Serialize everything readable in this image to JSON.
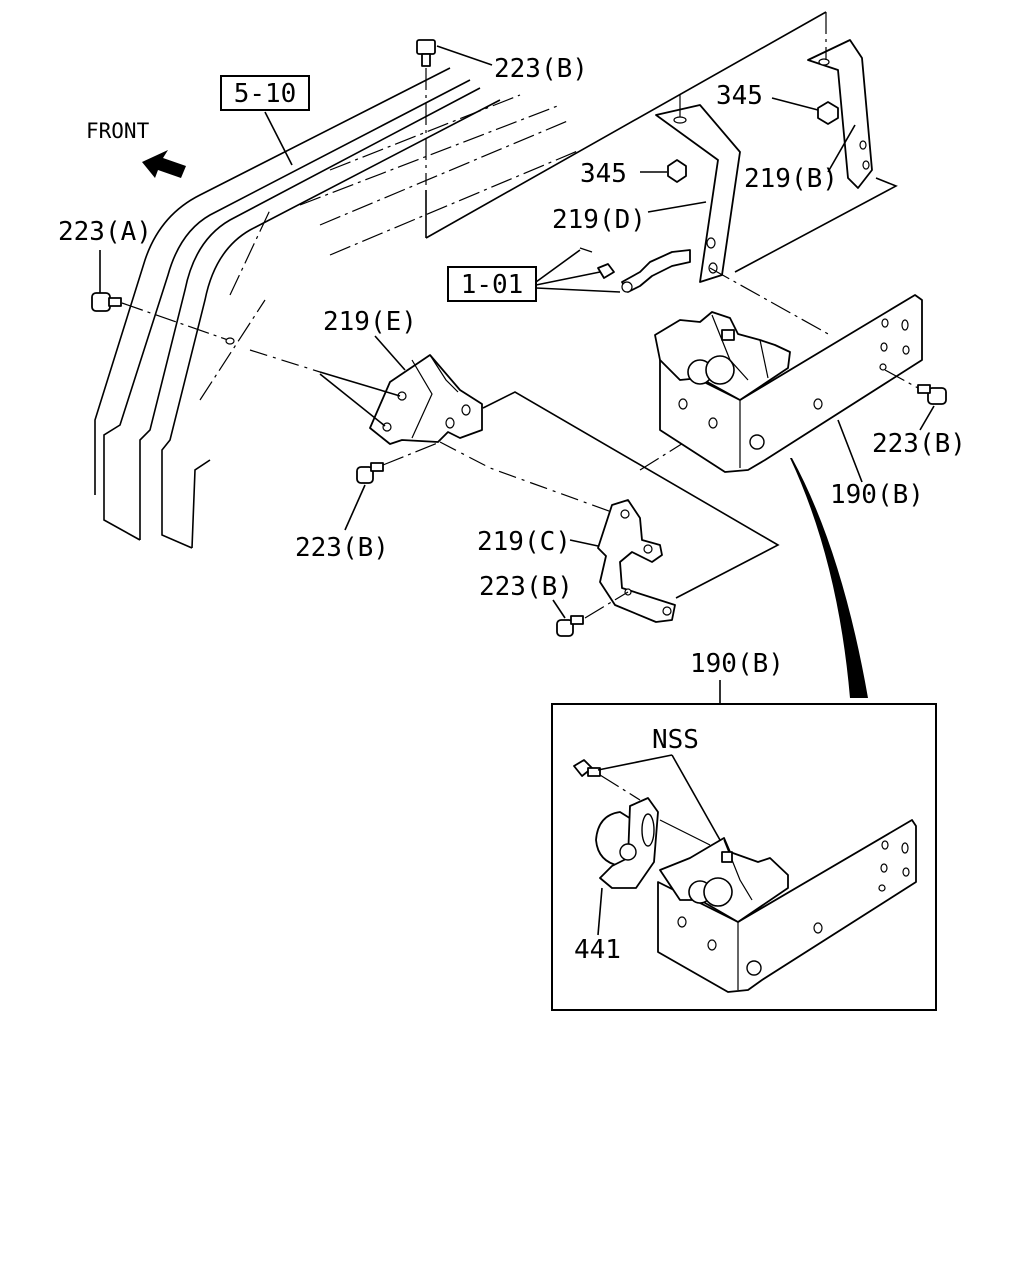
{
  "direction_label": "FRONT",
  "refs": {
    "ref_5_10": "5-10",
    "ref_1_01": "1-01"
  },
  "labels": {
    "l223b_top": "223(B)",
    "l345_top": "345",
    "l345_mid": "345",
    "l219b": "219(B)",
    "l219d": "219(D)",
    "l223a": "223(A)",
    "l219e": "219(E)",
    "l223b_right": "223(B)",
    "l190b": "190(B)",
    "l223b_left": "223(B)",
    "l219c": "219(C)",
    "l223b_low": "223(B)",
    "l190b_inset": "190(B)",
    "lnss": "NSS",
    "l441": "441"
  }
}
